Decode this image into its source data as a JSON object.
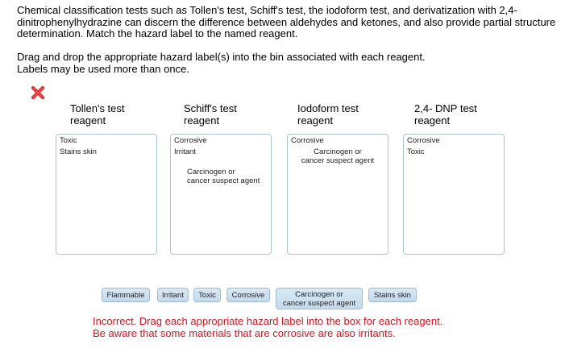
{
  "question": {
    "intro": "Chemical classification tests such as Tollen's test, Schiff's test, the iodoform test, and derivatization with 2,4-dinitrophenylhydrazine can discern the difference between aldehydes and ketones, and also provide partial structure determination. Match the hazard label to the named reagent.",
    "instruction_line1": "Drag and drop the appropriate hazard label(s) into the bin associated with each reagent.",
    "instruction_line2": "Labels may be used more than once."
  },
  "status": {
    "icon": "incorrect-x-icon",
    "color": "#e0272b"
  },
  "bins": [
    {
      "title": "Tollen's test\nreagent",
      "items": [
        "Toxic",
        "Stains skin"
      ]
    },
    {
      "title": "Schiff's test\nreagent",
      "items": [
        "Corrosive",
        "Irritant",
        "Carcinogen or\ncancer suspect agent"
      ]
    },
    {
      "title": "Iodoform test\nreagent",
      "items": [
        "Corrosive",
        "Carcinogen or\ncancer suspect agent"
      ]
    },
    {
      "title": "2,4- DNP test\nreagent",
      "items": [
        "Corrosive",
        "Toxic"
      ]
    }
  ],
  "labels": [
    "Flammable",
    "Irritant",
    "Toxic",
    "Corrosive",
    "Carcinogen or\ncancer suspect agent",
    "Stains skin"
  ],
  "feedback": {
    "line1": "Incorrect. Drag each appropriate hazard label into the box for each reagent.",
    "line2": "Be aware that some materials that are corrosive are also irritants.",
    "color": "#d8161d"
  }
}
